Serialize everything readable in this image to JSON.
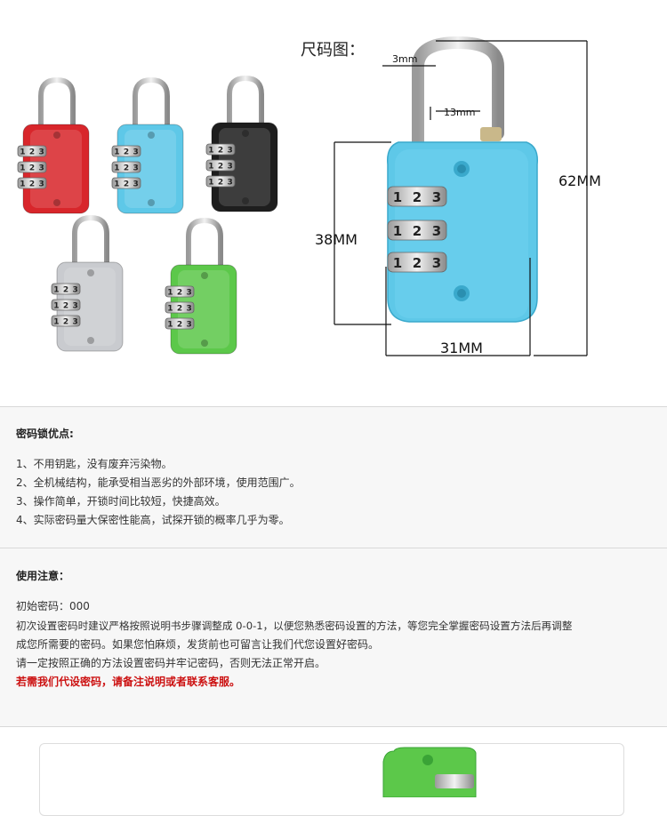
{
  "size_chart": {
    "title": "尺码图：",
    "shackle_thickness": "3mm",
    "shackle_inner": "13mm",
    "total_height": "62MM",
    "body_height": "38MM",
    "body_width": "31MM"
  },
  "lock_colors": {
    "red": "#d8262b",
    "blue": "#5ec8e8",
    "black": "#1e1e1e",
    "silver": "#c9cbcf",
    "green": "#5cc84a"
  },
  "dial_digits": [
    "1",
    "2",
    "3"
  ],
  "advantages": {
    "title": "密码锁优点:",
    "items": [
      "1、不用钥匙，没有废弃污染物。",
      "2、全机械结构，能承受相当恶劣的外部环境，使用范围广。",
      "3、操作简单，开锁时间比较短，快捷高效。",
      "4、实际密码量大保密性能高，试探开锁的概率几乎为零。"
    ]
  },
  "notes": {
    "title": "使用注意：",
    "lines": [
      "初始密码：000",
      "初次设置密码时建议严格按照说明书步骤调整成   0-0-1，以便您熟悉密码设置的方法，等您完全掌握密码设置方法后再调整",
      "成您所需要的密码。如果您怕麻烦，发货前也可留言让我们代您设置好密码。",
      "请一定按照正确的方法设置密码并牢记密码，否则无法正常开启。"
    ],
    "highlight": "若需我们代设密码，请备注说明或者联系客服。"
  }
}
